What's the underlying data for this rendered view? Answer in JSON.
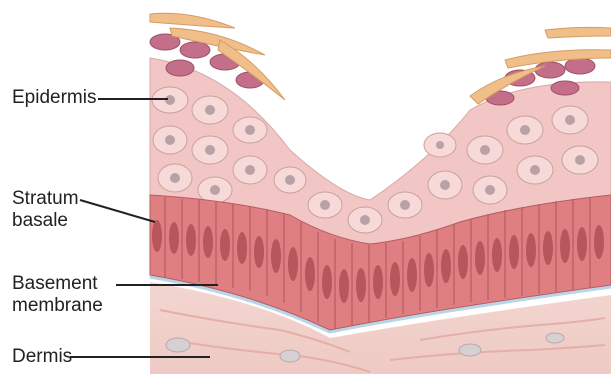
{
  "labels": {
    "epidermis": "Epidermis",
    "stratum_basale": "Stratum basale",
    "basement_membrane": "Basement membrane",
    "dermis": "Dermis"
  },
  "colors": {
    "dermis": "#f2d4cf",
    "dermis_fiber": "#e7b6ae",
    "basement_membrane": "#bcd7e6",
    "basal_cell": "#e07f82",
    "basal_nucleus": "#b9555d",
    "spinous_cell": "#f2c6c4",
    "spinous_nucleus": "#b8a2a6",
    "granular_cell": "#c46f8a",
    "stratum_corneum": "#f1bf8b",
    "leader_line": "#222222"
  }
}
